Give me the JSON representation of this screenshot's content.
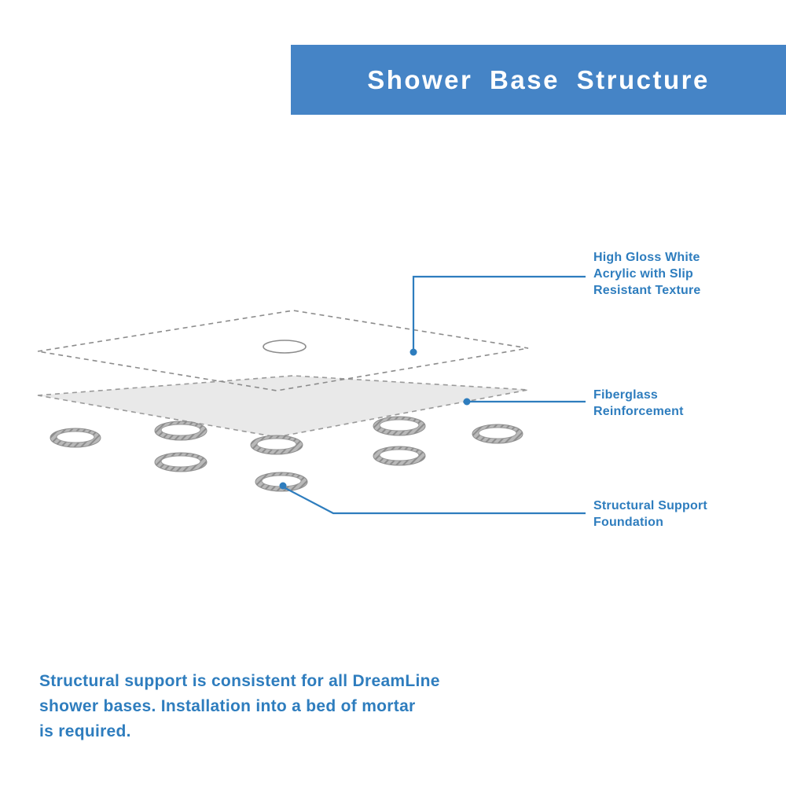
{
  "header": {
    "title": "Shower Base Structure"
  },
  "callouts": [
    {
      "id": "acrylic",
      "lines": [
        "High Gloss White",
        "Acrylic with Slip",
        "Resistant Texture"
      ]
    },
    {
      "id": "fiberglass",
      "lines": [
        "Fiberglass",
        "Reinforcement"
      ]
    },
    {
      "id": "support",
      "lines": [
        "Structural Support",
        "Foundation"
      ]
    }
  ],
  "footer": {
    "lines": [
      "Structural support is consistent for all DreamLine",
      "shower bases. Installation into a bed of mortar",
      "is required."
    ]
  },
  "colors": {
    "banner_blue": "#4584c6",
    "accent_blue": "#2e7dbe",
    "layer_gray_fill": "#e9e9e9",
    "outline_gray": "#8c8c8c",
    "ring_gray": "#b9b9b9"
  }
}
